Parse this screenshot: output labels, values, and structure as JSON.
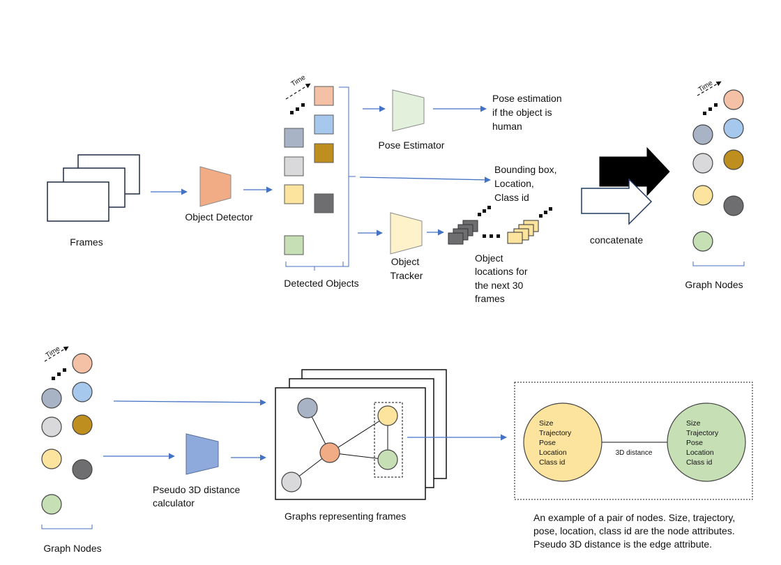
{
  "top": {
    "frames_label": "Frames",
    "object_detector_label": "Object Detector",
    "detected_objects_label": "Detected Objects",
    "pose_estimator_label": "Pose Estimator",
    "pose_output_lines": [
      "Pose estimation",
      "if the object is",
      "human"
    ],
    "bbox_output_lines": [
      "Bounding box,",
      "Location,",
      "Class id"
    ],
    "object_tracker_lines": [
      "Object",
      "Tracker"
    ],
    "tracker_output_lines": [
      "Object",
      "locations for",
      "the next 30",
      "frames"
    ],
    "concatenate_label": "concatenate",
    "graph_nodes_label": "Graph Nodes",
    "time_label": "Time"
  },
  "bottom": {
    "time_label": "Time",
    "graph_nodes_label": "Graph Nodes",
    "distance_calc_lines": [
      "Pseudo 3D distance",
      "calculator"
    ],
    "graphs_label": "Graphs representing frames",
    "node_attributes": [
      "Size",
      "Trajectory",
      "Pose",
      "Location",
      "Class id"
    ],
    "edge_label": "3D distance",
    "caption_lines": [
      "An example of a pair of nodes. Size, trajectory,",
      "pose, location, class id are the node attributes.",
      "Pseudo 3D distance is the edge attribute."
    ]
  },
  "colors": {
    "peach": "#F5C1A6",
    "lightblue": "#A5C8EC",
    "slate": "#A8B4C5",
    "gold": "#BE8F1F",
    "lightgray": "#D9D9DB",
    "yellow": "#FCE49E",
    "darkgray": "#6E6E70",
    "green": "#C6DFB5",
    "detector": "#F1AB85",
    "pose_estimator": "#E3F0DC",
    "tracker": "#FEF2CB",
    "distance_calc": "#8EA9DB",
    "arrow": "#4472C4"
  }
}
